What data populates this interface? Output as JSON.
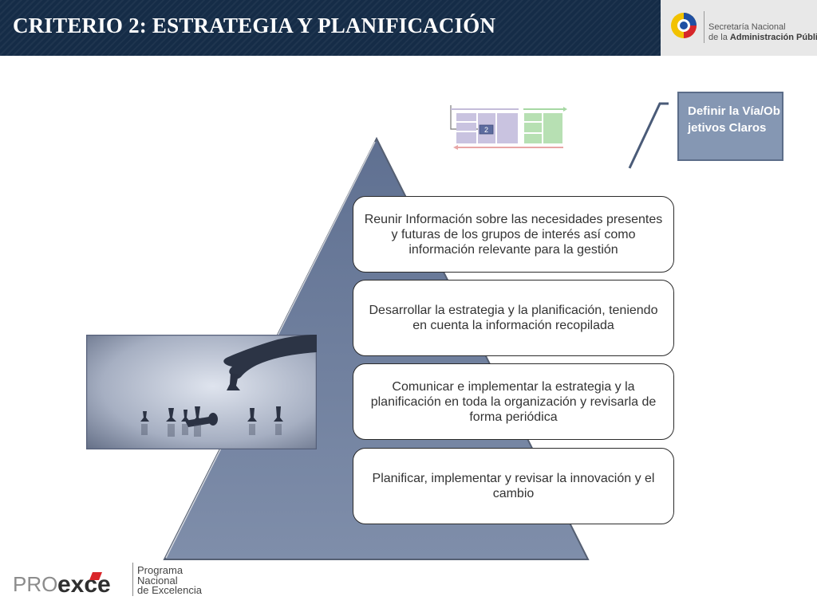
{
  "header": {
    "title": "CRITERIO 2: ESTRATEGIA  Y PLANIFICACIÓN"
  },
  "logo": {
    "line1": "Secretaría Nacional",
    "line2_prefix": "de la ",
    "line2_bold": "Administración Pública"
  },
  "callout": {
    "text": "Definir la Vía/Objetivos Claros"
  },
  "mini_diagram": {
    "number": "2"
  },
  "steps": [
    {
      "text": "Reunir Información sobre las necesidades presentes y futuras de los grupos de interés así como información relevante para la gestión"
    },
    {
      "text": "Desarrollar la estrategia y la planificación, teniendo en cuenta la información recopilada"
    },
    {
      "text": "Comunicar e implementar la estrategia y la planificación en toda la organización y revisarla de forma periódica"
    },
    {
      "text": "Planificar, implementar y revisar la innovación y el cambio"
    }
  ],
  "footer": {
    "logo_pro": "PRO",
    "logo_exce": "exce",
    "program": [
      "Programa",
      "Nacional",
      "de Excelencia"
    ]
  },
  "colors": {
    "header_bg": "#152c47",
    "pyramid_fill": "#7787a4",
    "callout_bg": "#8597b3"
  }
}
